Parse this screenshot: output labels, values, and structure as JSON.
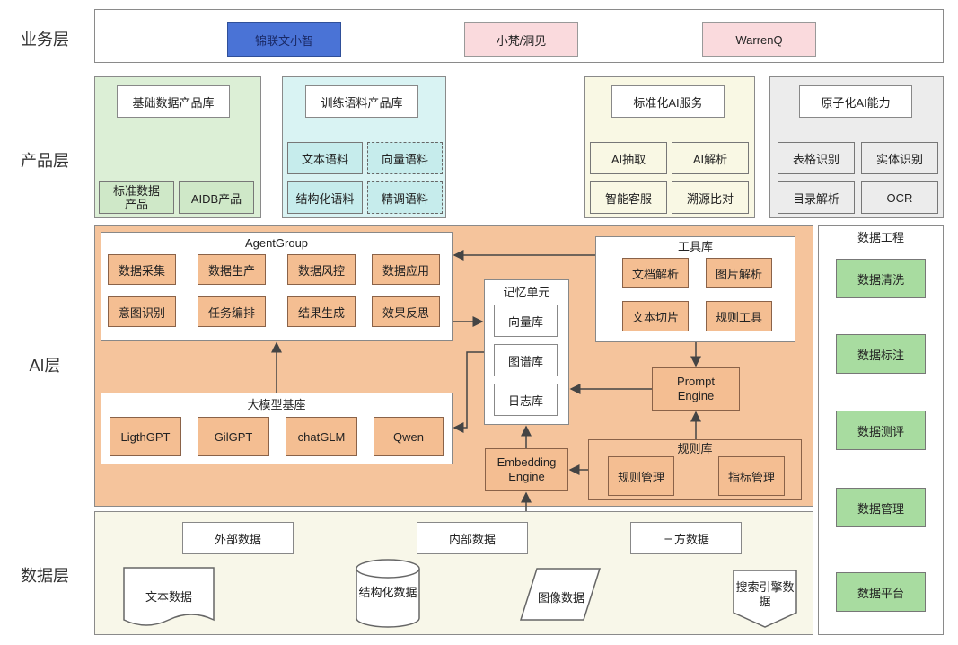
{
  "layers": {
    "business": "业务层",
    "product": "产品层",
    "ai": "AI层",
    "data": "数据层"
  },
  "business": {
    "items": [
      "锦联文小智",
      "小梵/洞见",
      "WarrenQ"
    ]
  },
  "product": {
    "base_data": {
      "title": "基础数据产品库",
      "items": [
        "标准数据\n产品",
        "AIDB产品"
      ]
    },
    "training": {
      "title": "训练语料产品库",
      "items": [
        "文本语料",
        "向量语料",
        "结构化语料",
        "精调语料"
      ]
    },
    "std_ai": {
      "title": "标准化AI服务",
      "items": [
        "AI抽取",
        "AI解析",
        "智能客服",
        "溯源比对"
      ]
    },
    "atomic": {
      "title": "原子化AI能力",
      "items": [
        "表格识别",
        "实体识别",
        "目录解析",
        "OCR"
      ]
    }
  },
  "ai": {
    "agent_group": {
      "title": "AgentGroup",
      "items": [
        "数据采集",
        "数据生产",
        "数据风控",
        "数据应用",
        "意图识别",
        "任务编排",
        "结果生成",
        "效果反思"
      ]
    },
    "memory": {
      "title": "记忆单元",
      "items": [
        "向量库",
        "图谱库",
        "日志库"
      ]
    },
    "tools": {
      "title": "工具库",
      "items": [
        "文档解析",
        "图片解析",
        "文本切片",
        "规则工具"
      ]
    },
    "prompt_engine": "Prompt\nEngine",
    "llm_base": {
      "title": "大模型基座",
      "items": [
        "LigthGPT",
        "GilGPT",
        "chatGLM",
        "Qwen"
      ]
    },
    "embedding_engine": "Embedding\nEngine",
    "rules": {
      "title": "规则库",
      "items": [
        "规则管理",
        "指标管理"
      ]
    }
  },
  "data_eng": {
    "title": "数据工程",
    "items": [
      "数据清洗",
      "数据标注",
      "数据测评",
      "数据管理",
      "数据平台"
    ]
  },
  "data_layer": {
    "sources": [
      "外部数据",
      "内部数据",
      "三方数据"
    ],
    "types": [
      "文本数据",
      "结构化数据",
      "图像数据",
      "搜索引擎数\n据"
    ]
  },
  "colors": {
    "business_blue": "#4a73d6",
    "business_pink": "#fadadd",
    "green_panel": "#dcefd6",
    "cyan_panel": "#d9f3f3",
    "yellow_panel": "#f9f8e4",
    "gray_panel": "#ececec",
    "ai_orange": "#f5c49c",
    "orange_box": "#f4be92",
    "green_box": "#a8dca0",
    "data_bg": "#f8f7e9"
  }
}
